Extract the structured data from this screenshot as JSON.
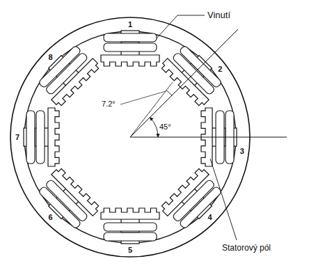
{
  "diagram": {
    "labels": [
      "Vinutí",
      "1",
      "2",
      "3",
      "4",
      "5",
      "6",
      "7",
      "8",
      "7.2°",
      "45°",
      "Statorový pól"
    ]
  }
}
